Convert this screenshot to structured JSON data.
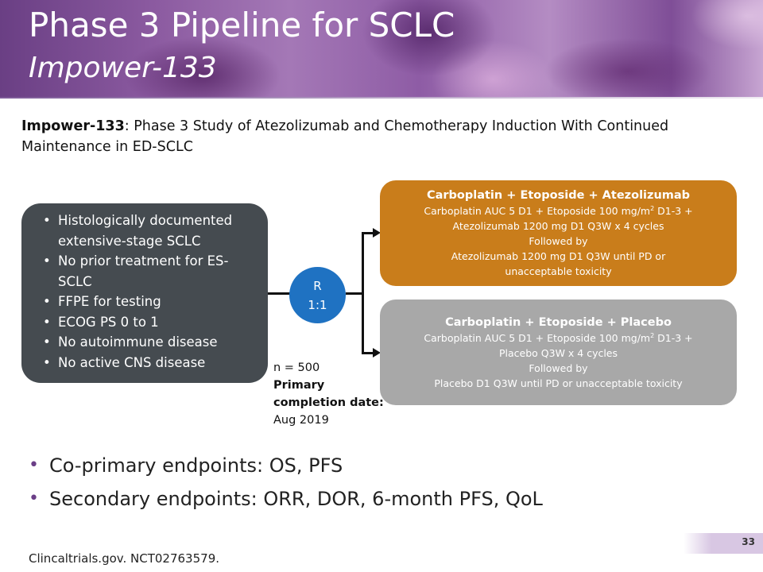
{
  "slide": {
    "title": "Phase 3 Pipeline for SCLC",
    "subtitle": "Impower-133",
    "heading_bold": "Impower-133",
    "heading_rest": ": Phase 3 Study of Atezolizumab and Chemotherapy Induction With Continued Maintenance in ED-SCLC"
  },
  "criteria": {
    "items": [
      "Histologically documented extensive-stage  SCLC",
      "No prior treatment for ES-SCLC",
      "FFPE for testing",
      "ECOG PS 0 to 1",
      "No autoimmune disease",
      "No active CNS disease"
    ]
  },
  "randomization": {
    "letter": "R",
    "ratio": "1:1"
  },
  "enrollment": {
    "n": "n = 500",
    "label_line1": "Primary",
    "label_line2": "completion date:",
    "date": "Aug 2019"
  },
  "arms": [
    {
      "title": "Carboplatin + Etoposide + Atezolizumab",
      "line1_pre": "Carboplatin AUC 5 D1 + Etoposide 100 mg/m",
      "line1_sup": "2",
      "line1_post": " D1-3 +",
      "line2": "Atezolizumab 1200 mg D1 Q3W x 4 cycles",
      "line3": "Followed by",
      "line4": "Atezolizumab 1200 mg D1 Q3W until PD or",
      "line5": "unacceptable toxicity",
      "color": "#c97d1b"
    },
    {
      "title": "Carboplatin + Etoposide + Placebo",
      "line1_pre": "Carboplatin AUC 5 D1 + Etoposide 100 mg/m",
      "line1_sup": "2",
      "line1_post": " D1-3 +",
      "line2": "Placebo Q3W x 4 cycles",
      "line3": "Followed by",
      "line4": "Placebo D1 Q3W until PD or unacceptable toxicity",
      "color": "#a8a8a8"
    }
  ],
  "endpoints": [
    "Co-primary endpoints: OS, PFS",
    "Secondary endpoints: ORR, DOR, 6-month PFS, QoL"
  ],
  "citation": "Clincaltrials.gov. NCT02763579.",
  "page_number": "33",
  "colors": {
    "banner_purple": "#8b5aa0",
    "criteria_box": "#454b50",
    "randomization_circle": "#1f72c2",
    "bullet_accent": "#6b3f87"
  }
}
